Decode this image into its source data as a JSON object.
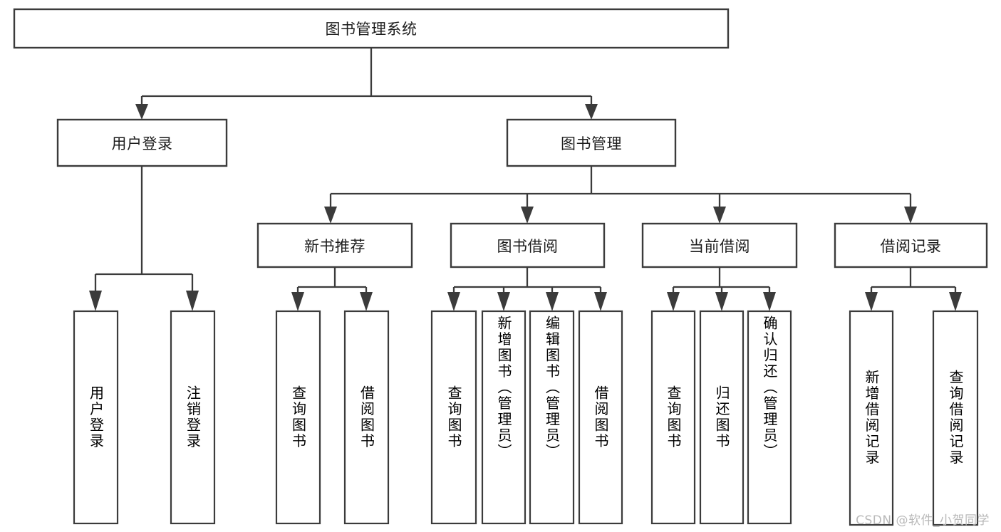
{
  "diagram": {
    "title": "图书管理系统",
    "type": "hierarchy-tree",
    "watermark": "CSDN @软件_小贺同学",
    "colors": {
      "stroke": "#3b3b3b",
      "fill": "#ffffff",
      "text": "#1c1c1c",
      "watermark": "#b9b9b9"
    },
    "root": {
      "id": "root",
      "label": "图书管理系统"
    },
    "level2": [
      {
        "id": "user-login",
        "label": "用户登录"
      },
      {
        "id": "book-manage",
        "label": "图书管理"
      }
    ],
    "level3": [
      {
        "id": "new-book-recommend",
        "label": "新书推荐",
        "parent": "book-manage"
      },
      {
        "id": "book-borrow",
        "label": "图书借阅",
        "parent": "book-manage"
      },
      {
        "id": "current-borrow",
        "label": "当前借阅",
        "parent": "book-manage"
      },
      {
        "id": "borrow-record",
        "label": "借阅记录",
        "parent": "book-manage"
      }
    ],
    "leaves": {
      "user-login": [
        {
          "id": "leaf-user-login",
          "label": "用户登录"
        },
        {
          "id": "leaf-user-logout",
          "label": "注销登录"
        }
      ],
      "new-book-recommend": [
        {
          "id": "leaf-query-book-1",
          "label": "查询图书"
        },
        {
          "id": "leaf-borrow-book-1",
          "label": "借阅图书"
        }
      ],
      "book-borrow": [
        {
          "id": "leaf-query-book-2",
          "label": "查询图书"
        },
        {
          "id": "leaf-add-book",
          "label": "新增图书（管理员）"
        },
        {
          "id": "leaf-edit-book",
          "label": "编辑图书（管理员）"
        },
        {
          "id": "leaf-borrow-book-2",
          "label": "借阅图书"
        }
      ],
      "current-borrow": [
        {
          "id": "leaf-query-book-3",
          "label": "查询图书"
        },
        {
          "id": "leaf-return-book",
          "label": "归还图书"
        },
        {
          "id": "leaf-confirm-return",
          "label": "确认归还（管理员）"
        }
      ],
      "borrow-record": [
        {
          "id": "leaf-add-record",
          "label": "新增借阅记录"
        },
        {
          "id": "leaf-query-record",
          "label": "查询借阅记录"
        }
      ]
    }
  }
}
